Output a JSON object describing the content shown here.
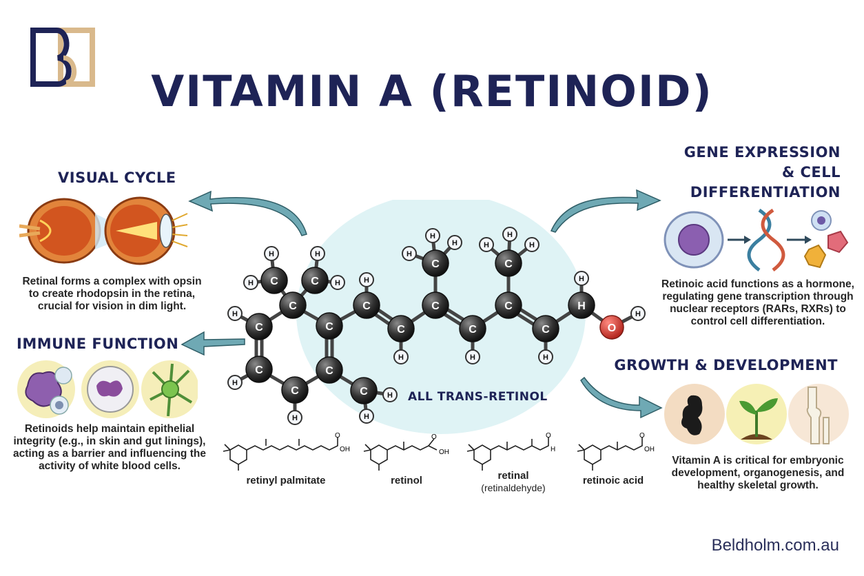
{
  "header": {
    "title": "VITAMIN A (RETINOID)",
    "logo_icon": "b-and-b-monogram-icon"
  },
  "center": {
    "molecule_label": "ALL TRANS-RETINOL",
    "atom_c": "C",
    "atom_h": "H",
    "atom_o": "O"
  },
  "sections": {
    "visual_cycle": {
      "title": "VISUAL CYCLE",
      "desc": [
        "Retinal forms a complex with opsin",
        "to create rhodopsin in the retina,",
        "crucial for vision in dim light."
      ]
    },
    "immune_function": {
      "title": "IMMUNE FUNCTION",
      "desc": [
        "Retinoids help maintain epithelial",
        "integrity (e.g., in skin and gut linings),",
        "acting as a barrier and influencing the",
        "activity of white blood cells."
      ]
    },
    "gene_expression": {
      "title_lines": [
        "GENE EXPRESSION",
        "& CELL",
        "DIFFERENTIATION"
      ],
      "desc": [
        "Retinoic acid functions as a hormone,",
        "regulating gene transcription through",
        "nuclear receptors (RARs, RXRs) to",
        "control cell differentiation."
      ]
    },
    "growth": {
      "title": "GROWTH & DEVELOPMENT",
      "desc": [
        "Vitamin A is critical for embryonic",
        "development, organogenesis, and",
        "healthy skeletal growth."
      ]
    }
  },
  "structures": [
    {
      "name": "retinyl palmitate",
      "sub": "",
      "group": "OH"
    },
    {
      "name": "retinol",
      "sub": "",
      "group": "OH"
    },
    {
      "name": "retinal",
      "sub": "(retinaldehyde)",
      "group": "H"
    },
    {
      "name": "retinoic acid",
      "sub": "",
      "group": "OH"
    }
  ],
  "structure_atom_o": "O",
  "footer": {
    "website": "Beldholm.com.au"
  },
  "colors": {
    "navy": "#1e2356",
    "gold": "#d9b98c",
    "arrow_teal": "#6fa9b4",
    "center_blob": "#dff3f5",
    "carbon": "#333333",
    "oxygen": "#d63a2f"
  }
}
